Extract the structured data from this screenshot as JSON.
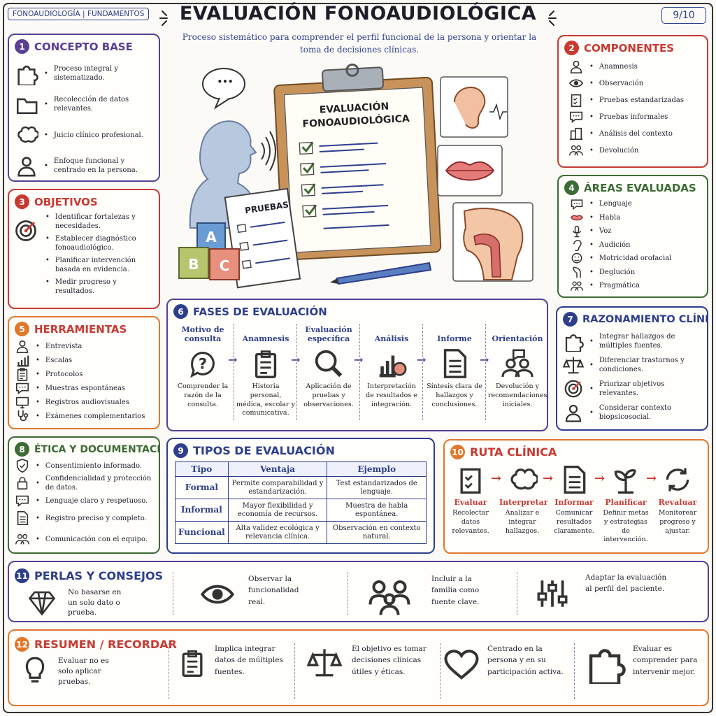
{
  "header": {
    "tag_left": "FONOAUDIOLOGÍA | FUNDAMENTOS",
    "title": "EVALUACIÓN FONOAUDIOLÓGICA",
    "page": "9/10",
    "subtitle": "Proceso sistemático para comprender el perfil funcional de la persona y orientar la toma de decisiones clínicas."
  },
  "illustration": {
    "clipboard_title": "EVALUACIÓN FONOAUDIOLÓGICA",
    "tests_label": "PRUEBAS",
    "blocks": [
      "A",
      "B",
      "C"
    ],
    "bubble": "..."
  },
  "colors": {
    "purple": "#5a3f94",
    "red": "#c73a32",
    "orange": "#e0782c",
    "green": "#3d6b35",
    "blue": "#2d3f8c"
  },
  "s1": {
    "num": "1",
    "title": "CONCEPTO BASE",
    "items": [
      {
        "icon": "puzzle-icon",
        "text": "Proceso integral y sistematizado."
      },
      {
        "icon": "folder-icon",
        "text": "Recolección de datos relevantes."
      },
      {
        "icon": "brain-icon",
        "text": "Juicio clínico profesional."
      },
      {
        "icon": "person-icon",
        "text": "Enfoque funcional y centrado en la persona."
      }
    ]
  },
  "s2": {
    "num": "2",
    "title": "COMPONENTES",
    "items": [
      {
        "icon": "person-icon",
        "text": "Anamnesis"
      },
      {
        "icon": "eye-icon",
        "text": "Observación"
      },
      {
        "icon": "checklist-icon",
        "text": "Pruebas estandarizadas"
      },
      {
        "icon": "chat-icon",
        "text": "Pruebas informales"
      },
      {
        "icon": "building-icon",
        "text": "Análisis del contexto"
      },
      {
        "icon": "group-icon",
        "text": "Devolución"
      }
    ]
  },
  "s3": {
    "num": "3",
    "title": "OBJETIVOS",
    "items": [
      "Identificar fortalezas y necesidades.",
      "Establecer diagnóstico fonoaudiológico.",
      "Planificar intervención basada en evidencia.",
      "Medir progreso y resultados."
    ]
  },
  "s4": {
    "num": "4",
    "title": "ÁREAS EVALUADAS",
    "items": [
      {
        "icon": "chat-icon",
        "text": "Lenguaje"
      },
      {
        "icon": "lips-icon",
        "text": "Habla"
      },
      {
        "icon": "microphone-icon",
        "text": "Voz"
      },
      {
        "icon": "ear-icon",
        "text": "Audición"
      },
      {
        "icon": "face-icon",
        "text": "Motricidad orofacial"
      },
      {
        "icon": "throat-icon",
        "text": "Deglución"
      },
      {
        "icon": "group-icon",
        "text": "Pragmática"
      }
    ]
  },
  "s5": {
    "num": "5",
    "title": "HERRAMIENTAS",
    "items": [
      {
        "icon": "person-icon",
        "text": "Entrevista"
      },
      {
        "icon": "bars-icon",
        "text": "Escalas"
      },
      {
        "icon": "clipboard-icon",
        "text": "Protocolos"
      },
      {
        "icon": "chat-icon",
        "text": "Muestras espontáneas"
      },
      {
        "icon": "monitor-icon",
        "text": "Registros audiovisuales"
      },
      {
        "icon": "stethoscope-icon",
        "text": "Exámenes complementarios"
      }
    ]
  },
  "s6": {
    "num": "6",
    "title": "FASES DE EVALUACIÓN",
    "phases": [
      {
        "title": "Motivo de consulta",
        "icon": "question-icon",
        "desc": "Comprender la razón de la consulta."
      },
      {
        "title": "Anamnesis",
        "icon": "clipboard-icon",
        "desc": "Historia personal, médica, escolar y comunicativa."
      },
      {
        "title": "Evaluación específica",
        "icon": "magnifier-icon",
        "desc": "Aplicación de pruebas y observaciones."
      },
      {
        "title": "Análisis",
        "icon": "chart-icon",
        "desc": "Interpretación de resultados e integración."
      },
      {
        "title": "Informe",
        "icon": "document-icon",
        "desc": "Síntesis clara de hallazgos y conclusiones."
      },
      {
        "title": "Orientación",
        "icon": "people-talk-icon",
        "desc": "Devolución y recomendaciones iniciales."
      }
    ]
  },
  "s7": {
    "num": "7",
    "title": "RAZONAMIENTO CLÍNICO",
    "items": [
      {
        "icon": "puzzle-icon",
        "text": "Integrar hallazgos de múltiples fuentes."
      },
      {
        "icon": "scale-icon",
        "text": "Diferenciar trastornos y condiciones."
      },
      {
        "icon": "target-icon",
        "text": "Priorizar objetivos relevantes."
      },
      {
        "icon": "person-icon",
        "text": "Considerar contexto biopsicosocial."
      }
    ]
  },
  "s8": {
    "num": "8",
    "title": "ÉTICA Y DOCUMENTACIÓN",
    "items": [
      {
        "icon": "shield-icon",
        "text": "Consentimiento informado."
      },
      {
        "icon": "lock-icon",
        "text": "Confidencialidad y protección de datos."
      },
      {
        "icon": "chat-icon",
        "text": "Lenguaje claro y respetuoso."
      },
      {
        "icon": "document-icon",
        "text": "Registro preciso y completo."
      },
      {
        "icon": "group-icon",
        "text": "Comunicación con el equipo."
      }
    ]
  },
  "s9": {
    "num": "9",
    "title": "TIPOS DE EVALUACIÓN",
    "headers": [
      "Tipo",
      "Ventaja",
      "Ejemplo"
    ],
    "rows": [
      [
        "Formal",
        "Permite comparabilidad y estandarización.",
        "Test estandarizados de lenguaje."
      ],
      [
        "Informal",
        "Mayor flexibilidad y economía de recursos.",
        "Muestra de habla espontánea."
      ],
      [
        "Funcional",
        "Alta validez ecológica y relevancia clínica.",
        "Observación en contexto natural."
      ]
    ]
  },
  "s10": {
    "num": "10",
    "title": "RUTA CLÍNICA",
    "steps": [
      {
        "icon": "checklist-icon",
        "title": "Evaluar",
        "desc": "Recolectar datos relevantes."
      },
      {
        "icon": "brain-icon",
        "title": "Interpretar",
        "desc": "Analizar e integrar hallazgos."
      },
      {
        "icon": "document-icon",
        "title": "Informar",
        "desc": "Comunicar resultados claramente."
      },
      {
        "icon": "sprout-icon",
        "title": "Planificar",
        "desc": "Definir metas y estrategias de intervención."
      },
      {
        "icon": "cycle-icon",
        "title": "Revaluar",
        "desc": "Monitorear progreso y ajustar."
      }
    ]
  },
  "s11": {
    "num": "11",
    "title": "PERLAS Y CONSEJOS",
    "items": [
      {
        "icon": "diamond-icon",
        "text": "No basarse en un solo dato o prueba."
      },
      {
        "icon": "eye-icon",
        "text": "Observar la funcionalidad real."
      },
      {
        "icon": "family-icon",
        "text": "Incluir a la familia como fuente clave."
      },
      {
        "icon": "sliders-icon",
        "text": "Adaptar la evaluación al perfil del paciente."
      }
    ]
  },
  "s12": {
    "num": "12",
    "title": "RESUMEN / RECORDAR",
    "items": [
      {
        "icon": "lightbulb-icon",
        "text": "Evaluar no es solo aplicar pruebas."
      },
      {
        "icon": "clipboard-icon",
        "text": "Implica integrar datos de múltiples fuentes."
      },
      {
        "icon": "scale-icon",
        "text": "El objetivo es tomar decisiones clínicas útiles y éticas."
      },
      {
        "icon": "heart-icon",
        "text": "Centrado en la persona y en su participación activa."
      },
      {
        "icon": "puzzle-icon",
        "text": "Evaluar es comprender para intervenir mejor."
      }
    ]
  }
}
